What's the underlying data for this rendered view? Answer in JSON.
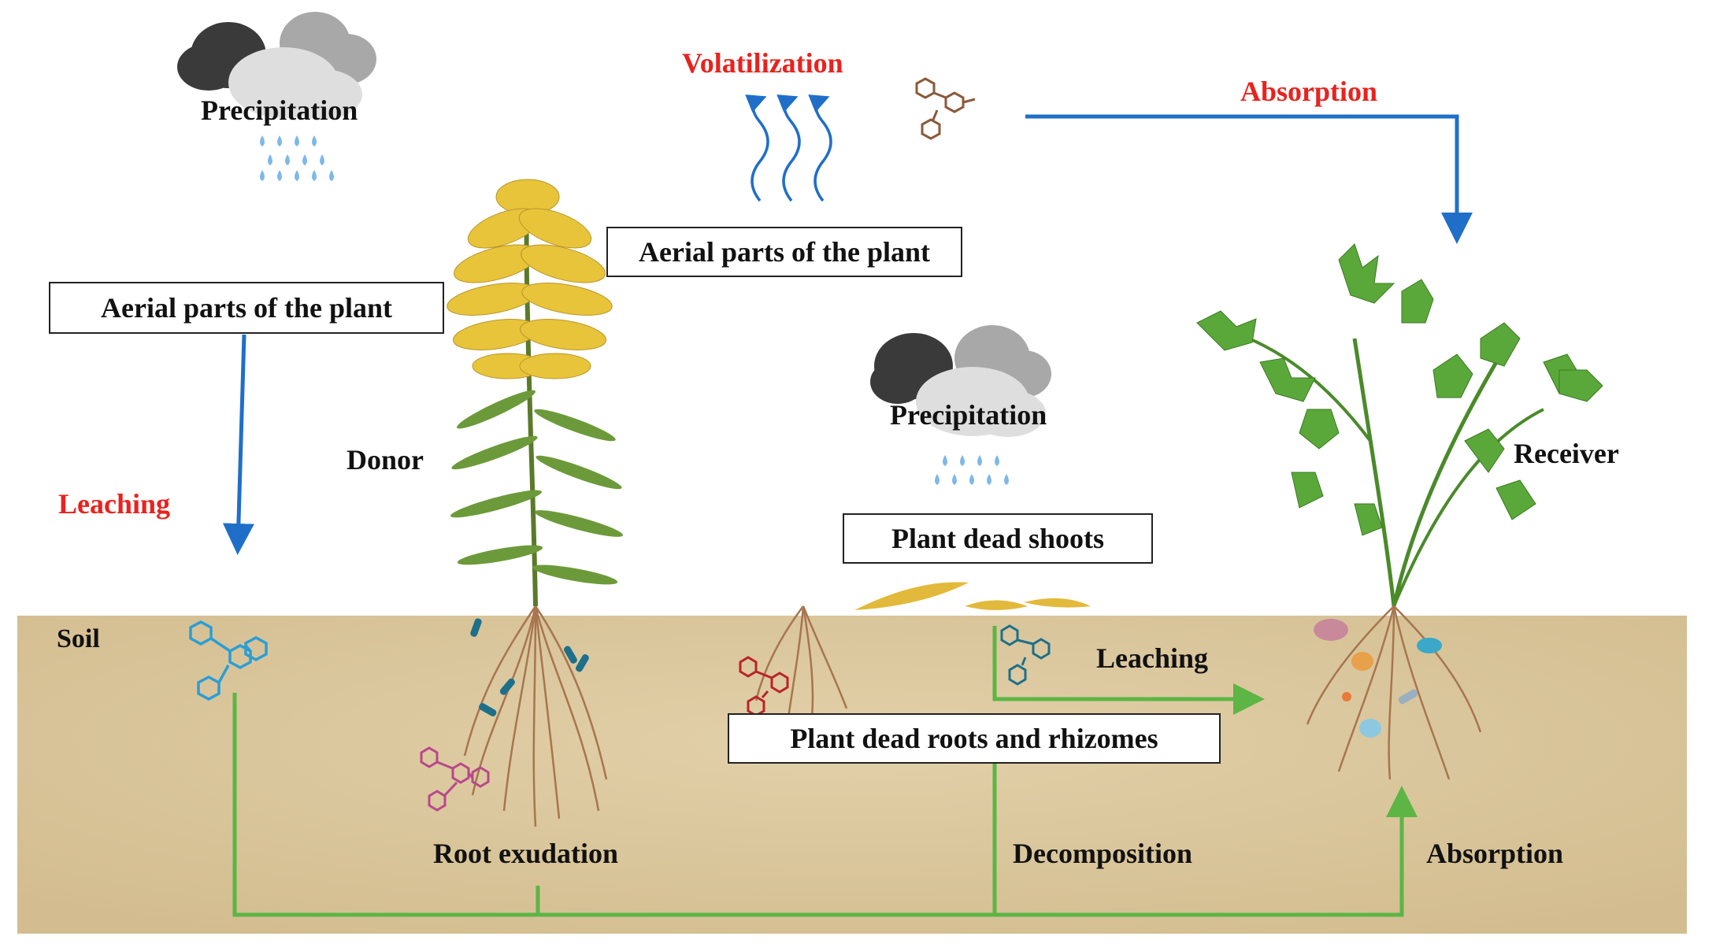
{
  "labels": {
    "precipitation_top": "Precipitation",
    "volatilization": "Volatilization",
    "absorption_top": "Absorption",
    "aerial_parts_left": "Aerial parts of the plant",
    "aerial_parts_center": "Aerial parts of the plant",
    "leaching_left": "Leaching",
    "donor": "Donor",
    "precipitation_mid": "Precipitation",
    "receiver": "Receiver",
    "plant_dead_shoots": "Plant dead shoots",
    "soil": "Soil",
    "leaching_soil": "Leaching",
    "plant_dead_roots": "Plant dead roots and rhizomes",
    "root_exudation": "Root exudation",
    "decomposition": "Decomposition",
    "absorption_bottom": "Absorption"
  },
  "colors": {
    "red_label": "#e8231f",
    "blue_arrow": "#1f6fc9",
    "green_arrow": "#5cb544",
    "soil": "#d9c59c",
    "rain": "#7fb8e8",
    "donor_flowers": "#e8c43a",
    "receiver_leaves": "#5ba83a",
    "root": "#a77550"
  },
  "icons": [
    "cloud-icon",
    "raindrop-icon",
    "molecule-icon",
    "wavy-arrow-icon"
  ]
}
